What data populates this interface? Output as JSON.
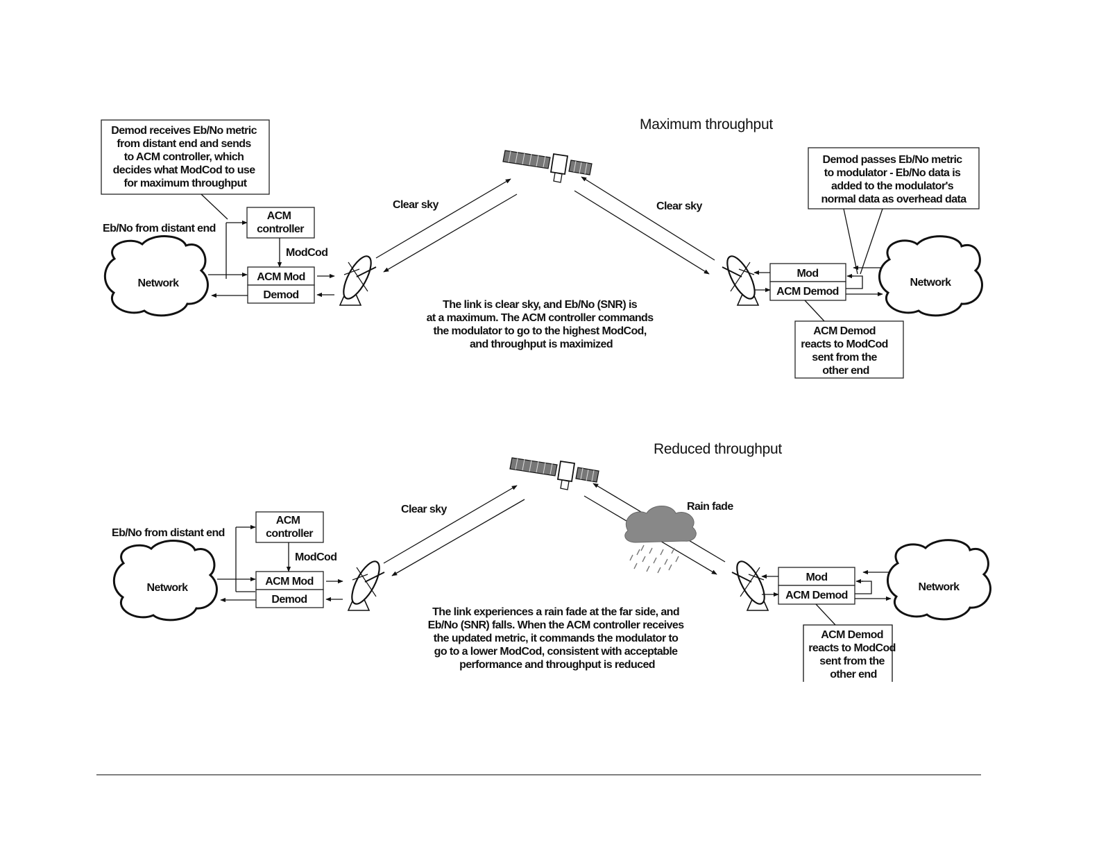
{
  "top": {
    "title": "Maximum throughput",
    "left_note": [
      "Demod receives Eb/No metric",
      "from distant end and sends",
      "to ACM controller, which",
      "decides what ModCod to use",
      "for maximum throughput"
    ],
    "eb_no_label": "Eb/No from distant end",
    "acm_controller": [
      "ACM",
      "controller"
    ],
    "modcod_label": "ModCod",
    "acm_mod": "ACM Mod",
    "demod": "Demod",
    "network_left": "Network",
    "network_right": "Network",
    "clear_sky_left": "Clear sky",
    "clear_sky_right": "Clear sky",
    "right_note": [
      "Demod passes Eb/No metric",
      "to modulator - Eb/No data is",
      "added to the modulator's",
      "normal data as overhead data"
    ],
    "mod": "Mod",
    "acm_demod": "ACM Demod",
    "acm_demod_note": [
      "ACM Demod",
      "reacts to ModCod",
      "sent from the",
      "other end"
    ],
    "center_text": [
      "The link is clear sky, and Eb/No (SNR) is",
      "at a maximum. The ACM controller commands",
      "the modulator to go to the highest ModCod,",
      "and throughput is maximized"
    ]
  },
  "bottom": {
    "title": "Reduced throughput",
    "eb_no_label": "Eb/No from distant end",
    "acm_controller": [
      "ACM",
      "controller"
    ],
    "modcod_label": "ModCod",
    "acm_mod": "ACM Mod",
    "demod": "Demod",
    "network_left": "Network",
    "network_right": "Network",
    "clear_sky": "Clear sky",
    "rain_fade": "Rain fade",
    "mod": "Mod",
    "acm_demod": "ACM Demod",
    "acm_demod_note": [
      "ACM Demod",
      "reacts to ModCod",
      "sent from the",
      "other end"
    ],
    "center_text": [
      "The link experiences a rain fade at the far side, and",
      "Eb/No (SNR) falls. When the ACM controller receives",
      "the updated metric, it commands the modulator to",
      "go to a lower ModCod, consistent with acceptable",
      "performance and throughput is reduced"
    ]
  }
}
